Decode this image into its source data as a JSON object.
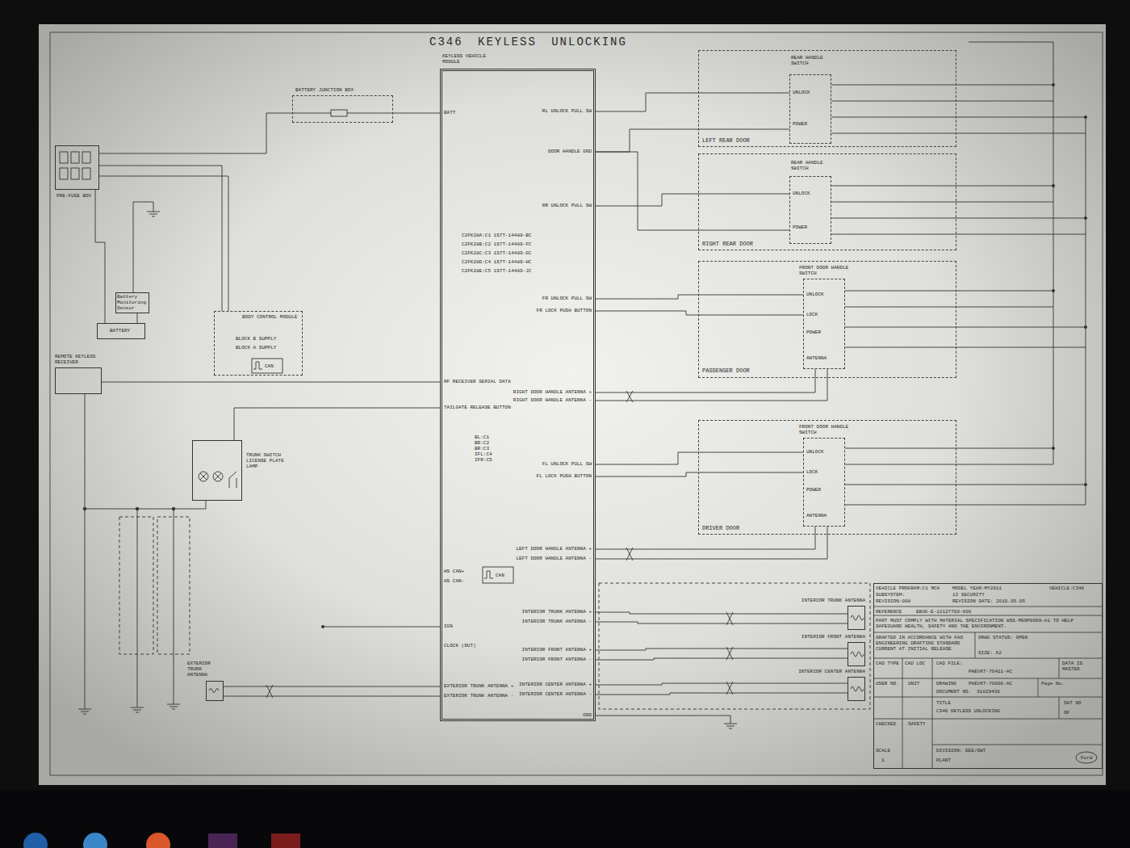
{
  "diagram": {
    "title": "C346 KEYLESS UNLOCKING",
    "nodes": [
      {
        "text": [
          "KEYLESS VEHICLE MODULE",
          "C2FK28A:C1 1S7T-14489-BC",
          "C2FK28B:C2 1S7T-14489-FC",
          "C2FK28C:C3 1S7T-14489-GC",
          "C2FK28D:C4 1S7T-14489-HC",
          "C2FK28E:C5 1S7T-14489-JC",
          "BL:C1 BR:C2 BR:C3 IFL:C4 IFR:C5",
          "CAN",
          "BATT",
          "RF RECEIVER SERIAL DATA",
          "TAILGATE RELEASE BUTTON",
          "HS CAN+",
          "HS CAN-",
          "IGN",
          "CLOCK (OUT)",
          "EXTERIOR TRUNK ANTENNA +",
          "EXTERIOR TRUNK ANTENNA -",
          "RL UNLOCK PULL SW",
          "DOOR HANDLE GND",
          "RR UNLOCK PULL SW",
          "FR UNLOCK PULL SW",
          "FR LOCK PUSH BUTTON",
          "RIGHT DOOR HANDLE ANTENNA +",
          "RIGHT DOOR HANDLE ANTENNA -",
          "FL UNLOCK PULL SW",
          "FL LOCK PUSH BUTTON",
          "LEFT DOOR HANDLE ANTENNA +",
          "LEFT DOOR HANDLE ANTENNA -",
          "INTERIOR TRUNK ANTENNA +",
          "INTERIOR TRUNK ANTENNA -",
          "INTERIOR FRONT ANTENNA +",
          "INTERIOR FRONT ANTENNA -",
          "INTERIOR CENTER ANTENNA +",
          "INTERIOR CENTER ANTENNA -",
          "GND"
        ]
      },
      {
        "text": [
          "LEFT REAR DOOR"
        ]
      },
      {
        "text": [
          "REAR HANDLE SWITCH",
          "UNLOCK",
          "POWER"
        ],
        "in": 1
      },
      {
        "text": [
          "RIGHT REAR DOOR"
        ]
      },
      {
        "text": [
          "REAR HANDLE SWITCH",
          "UNLOCK",
          "POWER"
        ],
        "in": 3
      },
      {
        "text": [
          "PASSENGER DOOR"
        ]
      },
      {
        "text": [
          "FRONT DOOR HANDLE SWITCH",
          "UNLOCK",
          "LOCK",
          "POWER",
          "ANTENNA"
        ],
        "in": 5
      },
      {
        "text": [
          "DRIVER DOOR"
        ]
      },
      {
        "text": [
          "FRONT DOOR HANDLE SWITCH",
          "UNLOCK",
          "LOCK",
          "POWER",
          "ANTENNA"
        ],
        "in": 7
      },
      {
        "text": [
          "PRE-FUSE BOX"
        ]
      },
      {
        "text": [
          "BATTERY JUNCTION BOX"
        ]
      },
      {
        "text": [
          "BATTERY"
        ]
      },
      {
        "text": [
          "Battery Monitoring Sensor"
        ]
      },
      {
        "text": [
          "BODY CONTROL MODULE",
          "BLOCK B SUPPLY",
          "BLOCK A SUPPLY",
          "CAN"
        ]
      },
      {
        "text": [
          "REMOTE KEYLESS RECEIVER"
        ]
      },
      {
        "text": [
          "TRUNK SWITCH LICENSE PLATE LAMP"
        ]
      },
      {
        "text": [
          "EXTERIOR TRUNK ANTENNA"
        ]
      },
      {
        "text": [
          "INTERIOR TRUNK ANTENNA"
        ]
      },
      {
        "text": [
          "INTERIOR FRONT ANTENNA"
        ]
      },
      {
        "text": [
          "INTERIOR CENTER ANTENNA"
        ]
      },
      {
        "text": [
          "VEHICLE PROGRAM:C1 MCA",
          "MODEL YEAR:MY2011",
          "VEHICLE:C346",
          "SUBSYSTEM:",
          "13 SECURITY",
          "REVISION:008",
          "REVISION DATE: 2010.05.05",
          "REFERENCE",
          "EBUG-E-12127760-000",
          "PART MUST COMPLY WITH MATERIAL SPECIFICATION WSS-M99P9999-A1 TO HELP SAFEGUARD HEALTH, SAFETY AND THE ENVIRONMENT.",
          "DRAFTED IN ACCORDANCE WITH FAO ENGINEERING DRAFTING STANDARD CURRENT AT INITIAL RELEASE",
          "DRWG STATUS: OPEN",
          "SIZE: A2",
          "CAD TYPE",
          "CAD LOC",
          "CAD FILE:",
          "PHEVKT-70411-AC",
          "DATA IS MASTER",
          "USER NO.",
          "UNIT",
          "DRAWING",
          "PHEVKT-70000-AC",
          "Page No.",
          "DOCUMENT NO.",
          "31829436",
          "TITLE",
          "C346 KEYLESS UNLOCKING",
          "SHT NO",
          "OF",
          "CHECKED",
          "SAFETY",
          "SCALE",
          "1",
          "DIVISION: EEE/DWT",
          "PLANT",
          "Ford"
        ]
      }
    ],
    "edges": [
      {
        "from": 10,
        "to": 0,
        "arrow": "none"
      },
      {
        "from": 9,
        "to": 10,
        "arrow": "none"
      },
      {
        "from": 11,
        "to": 9,
        "arrow": "none"
      },
      {
        "from": 12,
        "to": 11,
        "arrow": "none"
      },
      {
        "from": 9,
        "to": 13,
        "arrow": "none"
      },
      {
        "from": 9,
        "to": 13,
        "arrow": "none"
      },
      {
        "from": 14,
        "to": 0,
        "arrow": "none"
      },
      {
        "from": 15,
        "to": 0,
        "arrow": "none"
      },
      {
        "from": 0,
        "to": 2,
        "arrow": "none"
      },
      {
        "from": 0,
        "to": 2,
        "arrow": "none"
      },
      {
        "from": 0,
        "to": 4,
        "arrow": "none"
      },
      {
        "from": 0,
        "to": 4,
        "arrow": "none"
      },
      {
        "from": 0,
        "to": 6,
        "arrow": "none"
      },
      {
        "from": 0,
        "to": 6,
        "arrow": "none"
      },
      {
        "from": 0,
        "to": 6,
        "arrow": "none"
      },
      {
        "from": 0,
        "to": 6,
        "arrow": "none"
      },
      {
        "from": 0,
        "to": 8,
        "arrow": "none"
      },
      {
        "from": 0,
        "to": 8,
        "arrow": "none"
      },
      {
        "from": 0,
        "to": 8,
        "arrow": "none"
      },
      {
        "from": 0,
        "to": 8,
        "arrow": "none"
      },
      {
        "from": 16,
        "to": 0,
        "arrow": "none"
      },
      {
        "from": 16,
        "to": 0,
        "arrow": "none"
      },
      {
        "from": 0,
        "to": 17,
        "arrow": "none"
      },
      {
        "from": 0,
        "to": 17,
        "arrow": "none"
      },
      {
        "from": 0,
        "to": 18,
        "arrow": "none"
      },
      {
        "from": 0,
        "to": 18,
        "arrow": "none"
      },
      {
        "from": 0,
        "to": 19,
        "arrow": "none"
      },
      {
        "from": 0,
        "to": 19,
        "arrow": "none"
      }
    ]
  }
}
